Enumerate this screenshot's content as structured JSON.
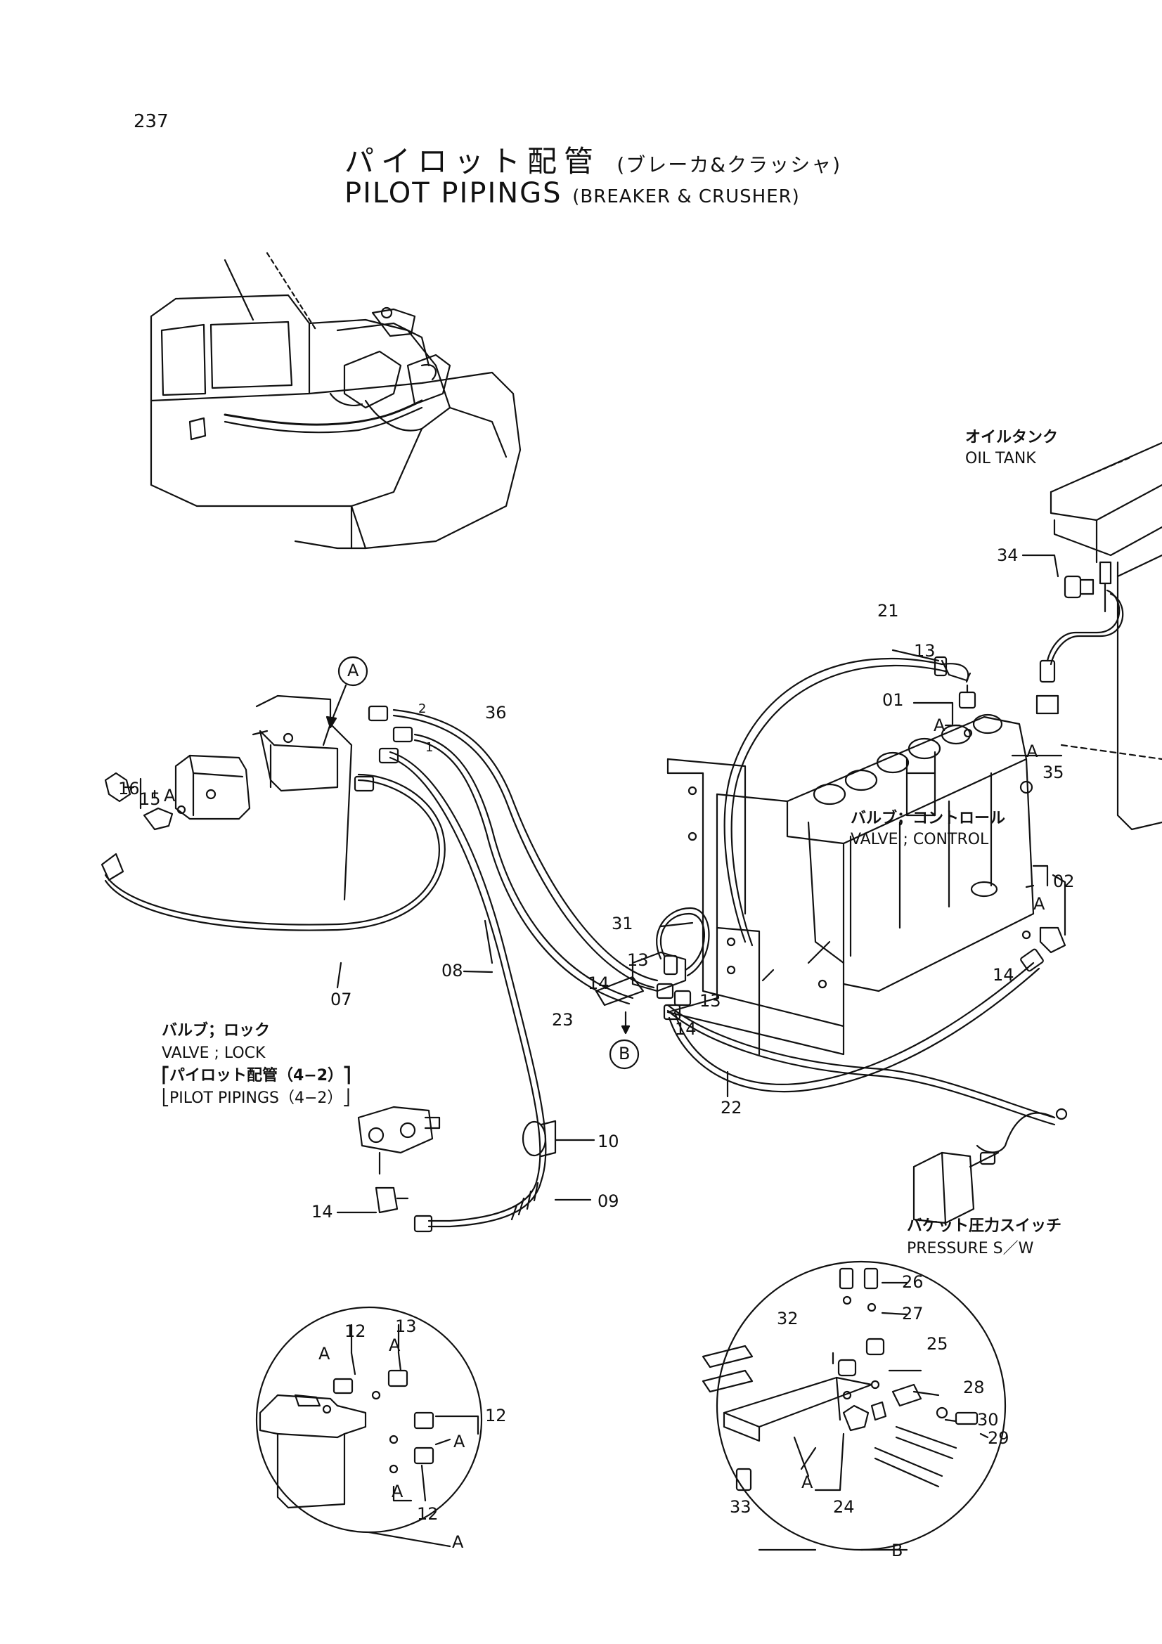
{
  "header": {
    "page_number": "237",
    "title_ja": "パイロット配管",
    "title_ja_sub": "(ブレーカ&クラッシャ)",
    "title_en": "PILOT PIPINGS",
    "title_en_sub": "(BREAKER & CRUSHER)"
  },
  "labels": {
    "oil_tank_ja": "オイルタンク",
    "oil_tank_en": "OIL TANK",
    "valve_control_ja": "バルブ；コントロール",
    "valve_control_en": "VALVE ; CONTROL",
    "valve_lock_ja": "バルブ；ロック",
    "valve_lock_en": "VALVE ; LOCK",
    "pilot_ref_ja": "パイロット配管（4−2）",
    "pilot_ref_en": "PILOT   PIPINGS（4−2）",
    "pressure_sw_ja": "バケット圧力スイッチ",
    "pressure_sw_en": "PRESSURE S／W"
  },
  "callouts": {
    "detail_a": "A",
    "detail_b": "B",
    "ref_a": "A"
  },
  "part_numbers": {
    "p01": "01",
    "p02": "02",
    "p07": "07",
    "p08": "08",
    "p09": "09",
    "p10": "10",
    "p12": "12",
    "p13": "13",
    "p14": "14",
    "p15": "15",
    "p16": "16",
    "p21": "21",
    "p22": "22",
    "p23": "23",
    "p24": "24",
    "p25": "25",
    "p26": "26",
    "p27": "27",
    "p28": "28",
    "p29": "29",
    "p30": "30",
    "p31": "31",
    "p32": "32",
    "p33": "33",
    "p34": "34",
    "p35": "35",
    "p36": "36",
    "port1": "1",
    "port2": "2"
  },
  "colors": {
    "line": "#111111",
    "background": "#ffffff"
  }
}
